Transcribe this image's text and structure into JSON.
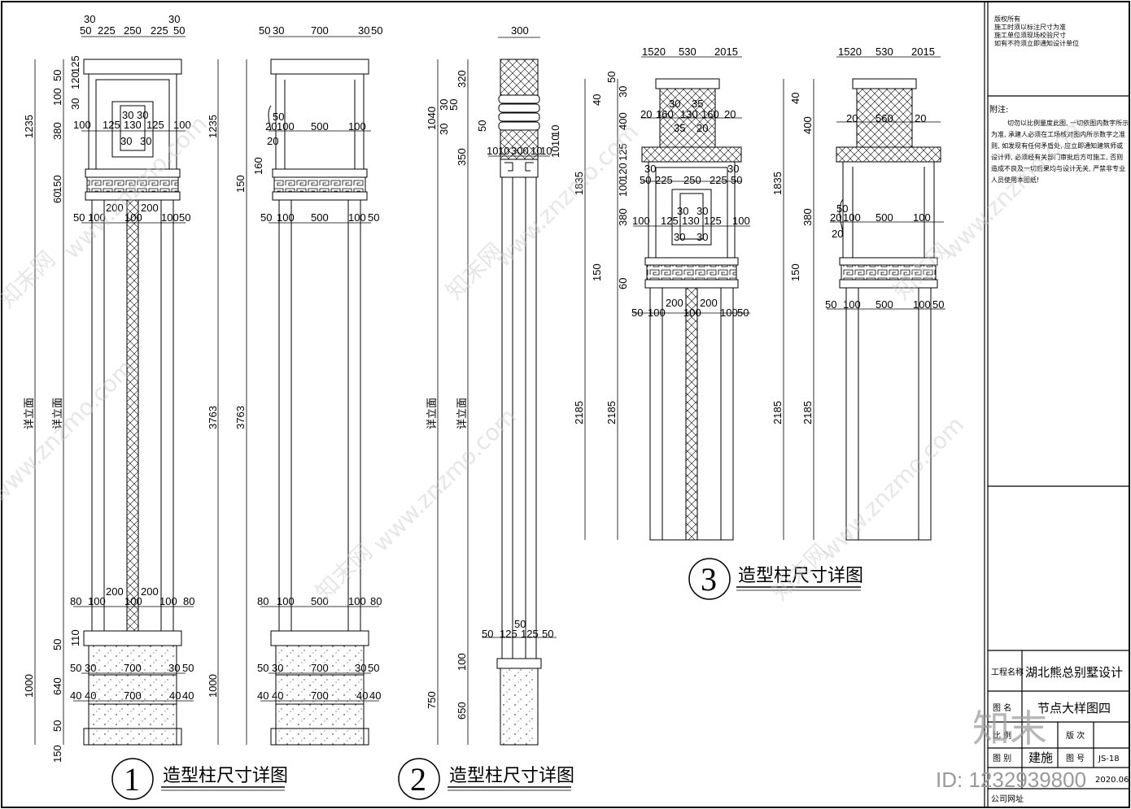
{
  "drawings": {
    "d1": {
      "num": "1",
      "caption": "造型柱尺寸详图"
    },
    "d2": {
      "num": "2",
      "caption": "造型柱尺寸详图"
    },
    "d3": {
      "num": "3",
      "caption": "造型柱尺寸详图"
    }
  },
  "dims": {
    "d1_top1": "30",
    "d1_top2": "50",
    "d1_top3": "225",
    "d1_top4": "250",
    "d1_top5": "225",
    "d1_top6": "30",
    "d1_top7": "50",
    "d1_cap1": "100",
    "d1_cap2": "125",
    "d1_cap3": "130",
    "d1_cap4": "125",
    "d1_cap5": "100",
    "d1_cap30a": "30",
    "d1_cap30b": "30",
    "d1_cap30c": "30",
    "d1_cap30d": "30",
    "d1_mid1": "50",
    "d1_mid2": "100",
    "d1_mid3": "200",
    "d1_mid4": "100",
    "d1_mid5": "200",
    "d1_mid6": "100",
    "d1_mid7": "50",
    "d1_low1": "80",
    "d1_low2": "100",
    "d1_low3": "200",
    "d1_low4": "100",
    "d1_low5": "200",
    "d1_low6": "100",
    "d1_low7": "80",
    "d1_base1": "50",
    "d1_base2": "30",
    "d1_base3": "700",
    "d1_base4": "30",
    "d1_base5": "50",
    "d1_base6": "40",
    "d1_base7": "40",
    "d1_base8": "700",
    "d1_base9": "40",
    "d1_base10": "40",
    "d1_h1235": "1235",
    "d1_h3763": "3763",
    "d1_h1000": "1000",
    "d1_h150": "150",
    "d1_h50": "50",
    "d1_h100": "100",
    "d1_h640": "640",
    "d1_h50b": "50",
    "d1_h150b": "150",
    "d1_h60": "60",
    "d1_h380": "380",
    "d1_h30": "30",
    "d1_h125": "125",
    "d1_h120": "120",
    "d1_h110": "110",
    "d1_h100b": "100",
    "d1_side": "详立面",
    "d1b_top1": "50",
    "d1b_top2": "30",
    "d1b_top3": "700",
    "d1b_top4": "30",
    "d1b_top5": "50",
    "d1b_cap1": "50",
    "d1b_cap2": "20",
    "d1b_cap3": "100",
    "d1b_cap4": "500",
    "d1b_cap5": "100",
    "d1b_cap6": "20",
    "d1b_mid1": "50",
    "d1b_mid2": "100",
    "d1b_mid3": "500",
    "d1b_mid4": "100",
    "d1b_mid5": "50",
    "d1b_low1": "80",
    "d1b_low2": "100",
    "d1b_low3": "500",
    "d1b_low4": "100",
    "d1b_low5": "80",
    "d1b_base1": "50",
    "d1b_base2": "30",
    "d1b_base3": "700",
    "d1b_base4": "30",
    "d1b_base5": "50",
    "d1b_base6": "40",
    "d1b_base7": "40",
    "d1b_base8": "700",
    "d1b_base9": "40",
    "d1b_base10": "40",
    "d1b_h1235": "1235",
    "d1b_h3763": "3763",
    "d1b_h1000": "1000",
    "d1b_h150": "150",
    "d1b_h160": "160",
    "d2_top": "300",
    "d2_h1040": "1040",
    "d2_h320": "320",
    "d2_h350": "350",
    "d2_h750": "750",
    "d2_h650": "650",
    "d2_h100": "100",
    "d2_h30a": "30",
    "d2_h50a": "50",
    "d2_h30b": "30",
    "d2_h50b": "50",
    "d2_r1": "10",
    "d2_r2": "10",
    "d2_r3": "10",
    "d2_m1": "10",
    "d2_m2": "10",
    "d2_m3": "300",
    "d2_m4": "10",
    "d2_m5": "10",
    "d2_b1": "50",
    "d2_b2": "125",
    "d2_b3": "125",
    "d2_b4": "50",
    "d2_b5": "50",
    "d2_side": "详立面",
    "d3_top1": "1520",
    "d3_top2": "530",
    "d3_top3": "2015",
    "d3_cap1": "20",
    "d3_cap2": "160",
    "d3_cap3": "130",
    "d3_cap4": "160",
    "d3_cap5": "20",
    "d3_cap6": "30",
    "d3_cap7": "35",
    "d3_cap8": "35",
    "d3_cap9": "20",
    "d3_mid1": "30",
    "d3_mid2": "50",
    "d3_mid3": "225",
    "d3_mid4": "250",
    "d3_mid5": "225",
    "d3_mid6": "30",
    "d3_mid7": "50",
    "d3_in1": "100",
    "d3_in2": "125",
    "d3_in3": "130",
    "d3_in4": "125",
    "d3_in5": "100",
    "d3_in30a": "30",
    "d3_in30b": "30",
    "d3_in30c": "30",
    "d3_in30d": "30",
    "d3_low1": "50",
    "d3_low2": "100",
    "d3_low3": "200",
    "d3_low4": "100",
    "d3_low5": "200",
    "d3_low6": "100",
    "d3_low7": "50",
    "d3_h1835": "1835",
    "d3_h2185": "2185",
    "d3_h400": "400",
    "d3_h40": "40",
    "d3_h380": "380",
    "d3_h150": "150",
    "d3_h60": "60",
    "d3_h100": "100",
    "d3_h50": "50",
    "d3_h30": "30",
    "d3_h125": "125",
    "d3_h120": "120",
    "d3b_top1": "1520",
    "d3b_top2": "530",
    "d3b_top3": "2015",
    "d3b_cap1": "20",
    "d3b_cap2": "560",
    "d3b_cap3": "20",
    "d3b_m1": "50",
    "d3b_m2": "20",
    "d3b_m3": "100",
    "d3b_m4": "500",
    "d3b_m5": "100",
    "d3b_m6": "20",
    "d3b_l1": "50",
    "d3b_l2": "100",
    "d3b_l3": "500",
    "d3b_l4": "100",
    "d3b_l5": "50",
    "d3b_h1835": "1835",
    "d3b_h2185": "2185",
    "d3b_h400": "400",
    "d3b_h380": "380",
    "d3b_h150": "150",
    "d3b_h40": "40"
  },
  "titleblock": {
    "copyright": [
      "版权所有",
      "施工时须以标注尺寸为准",
      "施工单位须现场校验尺寸",
      "如有不符须立即通知设计单位"
    ],
    "notes_title": "附注:",
    "notes_body": [
      "切勿以比例量度此图, 一切依图内数字所示",
      "为准, 承建人必须在工场核对图内所示数字之准",
      "则, 如发现有任何矛盾处, 应立即通知建筑师或",
      "设计师, 必须经有关部门审批后方可施工, 否则",
      "造成不良及一切后果均与设计无关, 严禁非专业",
      "人员使用本图纸!"
    ],
    "project_label": "工程名称",
    "project_value": "湖北熊总别墅设计",
    "drawing_label": "图 名",
    "drawing_value": "节点大样图四",
    "scale_label": "比 例",
    "version_label": "版 次",
    "category_label": "图 别",
    "category_value": "建施",
    "number_label": "图 号",
    "number_value": "JS-18",
    "company_label": "公司网址",
    "date_value": "2020.06"
  },
  "watermark": {
    "logo": "知末",
    "url": "www.znzmo.com",
    "cn": "知末网",
    "id_text": "ID: 1232939800"
  }
}
